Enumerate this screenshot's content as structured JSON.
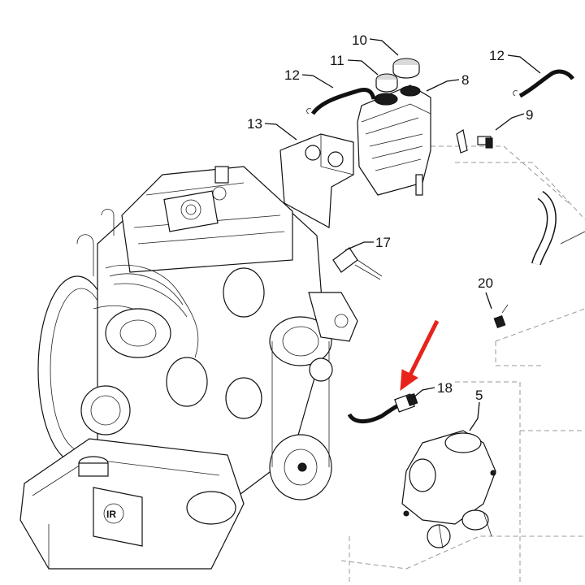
{
  "diagram": {
    "title": "Engine cooling system exploded parts diagram",
    "highlight_color": "#e8231a",
    "callouts": [
      {
        "id": "c10",
        "label": "10",
        "part": "Radiator cap"
      },
      {
        "id": "c11",
        "label": "11",
        "part": "Reservoir cap"
      },
      {
        "id": "c12a",
        "label": "12",
        "part": "Overflow hose"
      },
      {
        "id": "c8",
        "label": "8",
        "part": "Coolant expansion tank"
      },
      {
        "id": "c12b",
        "label": "12",
        "part": "Overflow hose"
      },
      {
        "id": "c9",
        "label": "9",
        "part": "Hose clamp / fitting"
      },
      {
        "id": "c13",
        "label": "13",
        "part": "Mounting bracket"
      },
      {
        "id": "c17",
        "label": "17",
        "part": "Bracket clip"
      },
      {
        "id": "c20",
        "label": "20",
        "part": "Bolt"
      },
      {
        "id": "c18",
        "label": "18",
        "part": "Temperature sensor"
      },
      {
        "id": "c5",
        "label": "5",
        "part": "Thermostat housing"
      }
    ],
    "engine_logo": "IR"
  }
}
